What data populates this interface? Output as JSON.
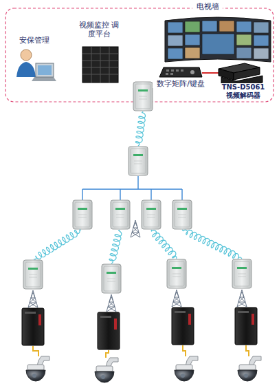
{
  "diagram": {
    "labels": [
      "电视墙",
      "安保管理",
      "视频监控 调度平台",
      "数字矩阵/键盘",
      "TNS-D5061 视频解码器"
    ]
  }
}
